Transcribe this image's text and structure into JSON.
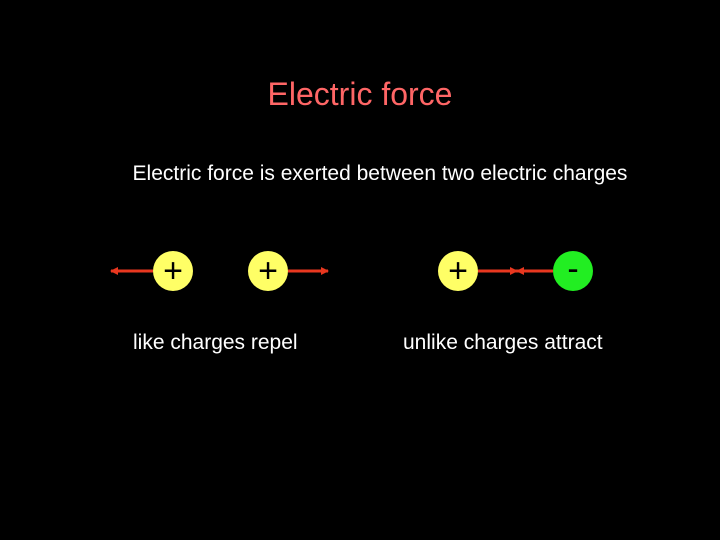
{
  "slide": {
    "title": "Electric force",
    "subtitle": "Electric force is exerted between two electric charges"
  },
  "diagrams": {
    "repel": {
      "caption": "like charges repel",
      "charges": [
        {
          "symbol": "+",
          "fill": "#FFFF66"
        },
        {
          "symbol": "+",
          "fill": "#FFFF66"
        }
      ]
    },
    "attract": {
      "caption": "unlike charges attract",
      "charges": [
        {
          "symbol": "+",
          "fill": "#FFFF66"
        },
        {
          "symbol": "-",
          "fill": "#22EE22"
        }
      ]
    }
  },
  "colors": {
    "background": "#000000",
    "title": "#FF6666",
    "text": "#FFFFFF",
    "arrow": "#E8371F",
    "positive_charge": "#FFFF66",
    "negative_charge": "#22EE22",
    "charge_symbol": "#000000"
  },
  "icons": {
    "force_arrow": "arrow-icon",
    "charge": "charge-circle"
  }
}
